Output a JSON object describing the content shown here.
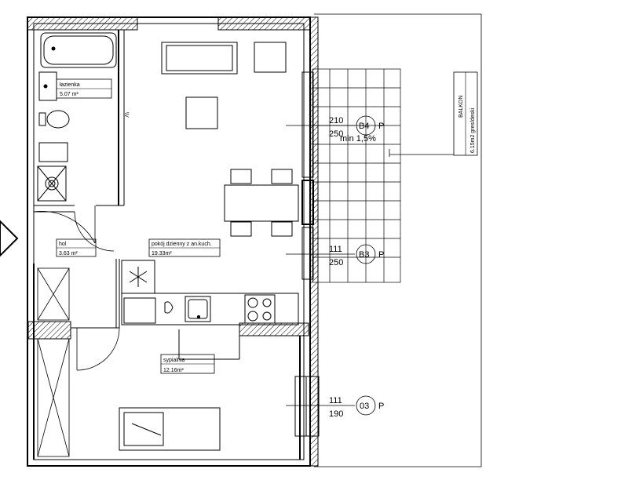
{
  "rooms": [
    {
      "name": "łazienka",
      "area": "5.07 m²"
    },
    {
      "name": "hol",
      "area": "3.63 m²"
    },
    {
      "name": "pokój dzienny z an.kuch.",
      "area": "19.33m²"
    },
    {
      "name": "sypialnia",
      "area": "12.16m²"
    }
  ],
  "balcony": {
    "title": "BALKON",
    "area_finish": "6.15m2 gres/deski",
    "slope": "min 1,5%"
  },
  "openings": [
    {
      "width": "210",
      "height": "250",
      "code": "B4",
      "suffix": "P"
    },
    {
      "width": "111",
      "height": "250",
      "code": "B3",
      "suffix": "P"
    },
    {
      "width": "111",
      "height": "190",
      "code": "03",
      "suffix": "P"
    }
  ],
  "misc": {
    "arrow_mark": "\\V"
  },
  "colors": {
    "line": "#000000",
    "hatch": "#000000",
    "background": "#ffffff"
  }
}
